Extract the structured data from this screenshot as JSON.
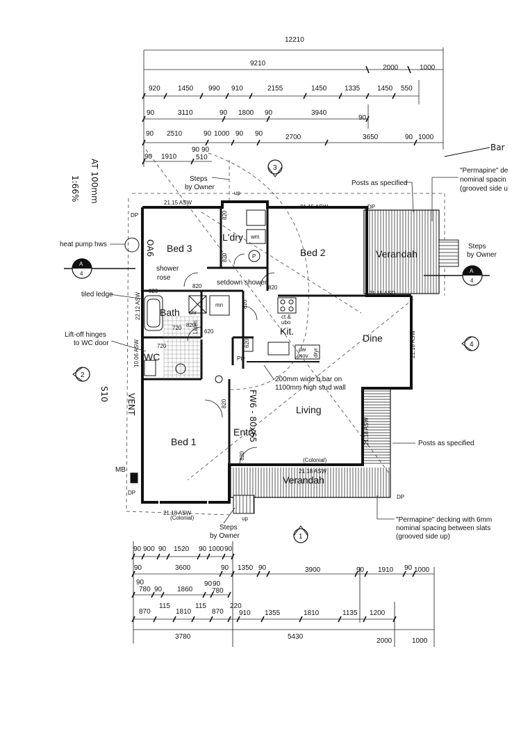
{
  "dims_top": {
    "r1": [
      "12210"
    ],
    "r2": [
      "9210",
      "2000",
      "1000"
    ],
    "r3": [
      "920",
      "1450",
      "990",
      "910",
      "2155",
      "1450",
      "1335",
      "1450",
      "550"
    ],
    "r4": [
      "90",
      "3110",
      "90",
      "1800",
      "90",
      "3940",
      "90"
    ],
    "r5": [
      "90",
      "2510",
      "90",
      "1000",
      "90",
      "90",
      "2700",
      "3650",
      "90",
      "1000"
    ],
    "r6": [
      "90",
      "1910",
      "90",
      "90",
      "510"
    ]
  },
  "dims_bottom": {
    "r1": [
      "90",
      "900",
      "90",
      "1520",
      "90",
      "1000",
      "90"
    ],
    "r2": [
      "90",
      "3600",
      "90",
      "1350",
      "90",
      "3900",
      "90",
      "1910",
      "90",
      "1000"
    ],
    "r3": [
      "90",
      "780",
      "90",
      "1860",
      "90",
      "90",
      "780"
    ],
    "r4": [
      "870",
      "115",
      "1810",
      "115",
      "870",
      "220",
      "910",
      "1355",
      "1810",
      "1135",
      "1200"
    ],
    "r5": [
      "3780",
      "5430",
      "2000",
      "1000"
    ]
  },
  "rooms": {
    "bed3": "Bed 3",
    "bed2": "Bed 2",
    "laundry": "L'dry",
    "verandah_top": "Verandah",
    "bath": "Bath",
    "kit": "Kit.",
    "dine": "Dine",
    "wc": "WC",
    "bed1": "Bed 1",
    "entry": "Entry",
    "living": "Living",
    "verandah_bottom": "Verandah"
  },
  "fixtures": {
    "wm": "wm",
    "up_top": "up",
    "up_bottom": "up",
    "dp": "DP",
    "dp_left": "DP",
    "dp_bl": "DP",
    "dp_br": "DP",
    "shr": "shr",
    "mn": "mn",
    "p": "P",
    "pty": "Pty",
    "linen": "Linen",
    "ct_ubo": "ct &\nubo",
    "ct": "ct &",
    "ubo": "ubo",
    "dw": "dw",
    "prov": "prov",
    "dryr": "dryr",
    "mb": "MB",
    "colonial_top": "(Colonial)",
    "colonial_bottom": "(Colonial)",
    "shower_rose_1": "shower",
    "shower_rose_2": "rose",
    "setdown_shower": "setdown shower"
  },
  "level_labels": {
    "asw_top_left": "21.15 ASW",
    "asw_top_right": "21.15 ASW",
    "asd": "21.15 ASD",
    "asw_dine": "21.18 ASW",
    "asw_living_side": "21.18 ASW",
    "asw_living_bottom": "21.18 ASW",
    "asw_bed1": "21.18 ASW",
    "asw_bath": "22.12 ASW",
    "asw_wc": "10.06 ASW"
  },
  "door_widths": [
    "820",
    "820",
    "820",
    "820",
    "820",
    "620",
    "620",
    "820",
    "720",
    "820",
    "820",
    "720",
    "820"
  ],
  "annotations": {
    "steps_owner_top_1": "Steps",
    "steps_owner_top_2": "by Owner",
    "posts_top": "Posts as specified",
    "permapine_top_1": "\"Permapine\" de",
    "permapine_top_2": "nominal spacin",
    "permapine_top_3": "(grooved side u",
    "steps_owner_right_1": "Steps",
    "steps_owner_right_2": "by Owner",
    "heat_pump": "heat pump hws",
    "tiled_ledge": "tiled ledge",
    "liftoff_1": "Lift-off hinges",
    "liftoff_2": "to WC door",
    "bbar_1": "200mm wide b.bar on",
    "bbar_2": "1100mm high stud wall",
    "posts_bottom": "Posts as specified",
    "steps_owner_bottom_1": "Steps",
    "steps_owner_bottom_2": "by Owner",
    "permapine_bottom_1": "\"Permapine\" decking with 6mm",
    "permapine_bottom_2": "nominal spacing between slats",
    "permapine_bottom_3": "(grooved side up)"
  },
  "section_markers": {
    "a": "A",
    "num": "4",
    "a2": "A",
    "num2": "4"
  },
  "elevation_markers": {
    "e1": "1",
    "e2": "2",
    "e3": "3",
    "e4": "4"
  },
  "handwritten": {
    "fall": "1:66%",
    "fall2": "AT 100mm",
    "oa6": "OA6",
    "fw6": "FW6 - 80x65",
    "vent": "VENT",
    "s10": "S10",
    "bar": "Bar"
  }
}
